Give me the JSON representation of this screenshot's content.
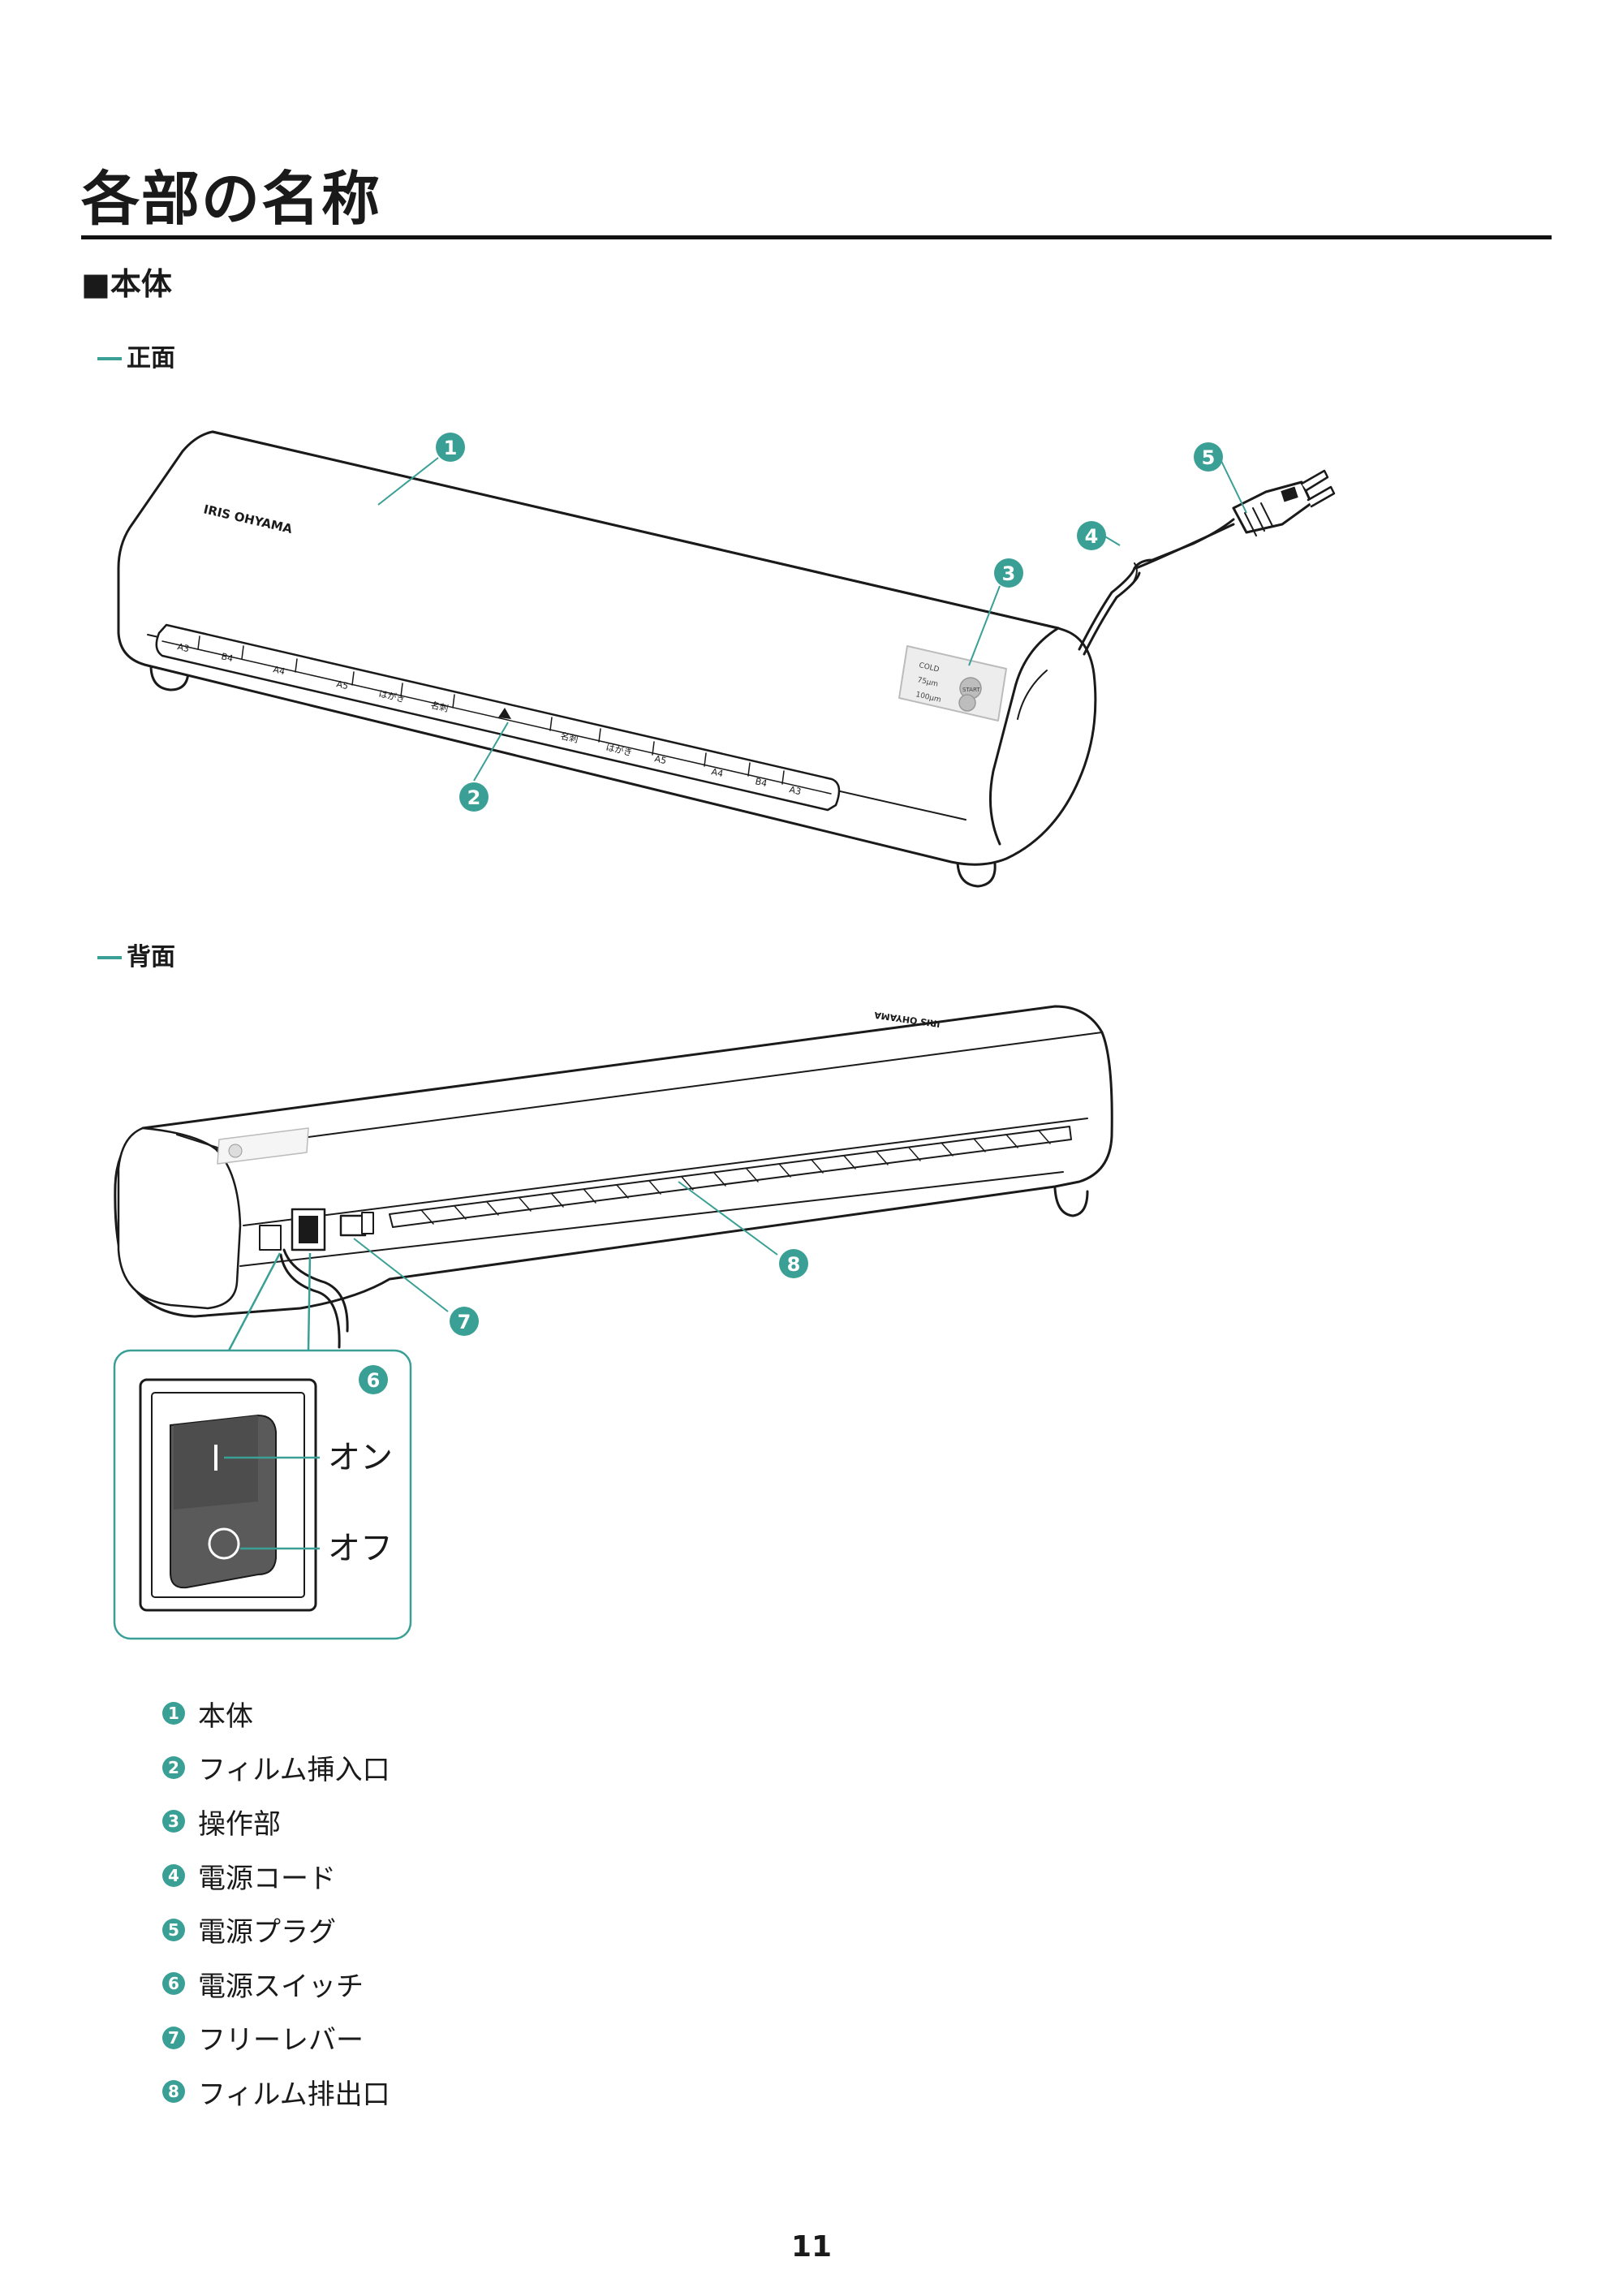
{
  "page": {
    "title": "各部の名称",
    "section": "■本体",
    "page_number": "11"
  },
  "views": {
    "front": "正面",
    "back": "背面"
  },
  "brand": "IRIS OHYAMA",
  "front_scale_labels": [
    "A3",
    "B4",
    "A4",
    "A5",
    "はがき",
    "名刺",
    "名刺",
    "はがき",
    "A5",
    "A4",
    "B4",
    "A3"
  ],
  "control_panel": [
    "COLD",
    "75μm",
    "100μm",
    "START"
  ],
  "switch_labels": {
    "on": "オン",
    "off": "オフ"
  },
  "callouts": [
    "1",
    "2",
    "3",
    "4",
    "5",
    "6",
    "7",
    "8"
  ],
  "parts": [
    {
      "num": "1",
      "name": "本体"
    },
    {
      "num": "2",
      "name": "フィルム挿入口"
    },
    {
      "num": "3",
      "name": "操作部"
    },
    {
      "num": "4",
      "name": "電源コード"
    },
    {
      "num": "5",
      "name": "電源プラグ"
    },
    {
      "num": "6",
      "name": "電源スイッチ"
    },
    {
      "num": "7",
      "name": "フリーレバー"
    },
    {
      "num": "8",
      "name": "フィルム排出口"
    }
  ],
  "colors": {
    "accent": "#3aa096",
    "text": "#1a1a1a",
    "rule": "#111111"
  }
}
